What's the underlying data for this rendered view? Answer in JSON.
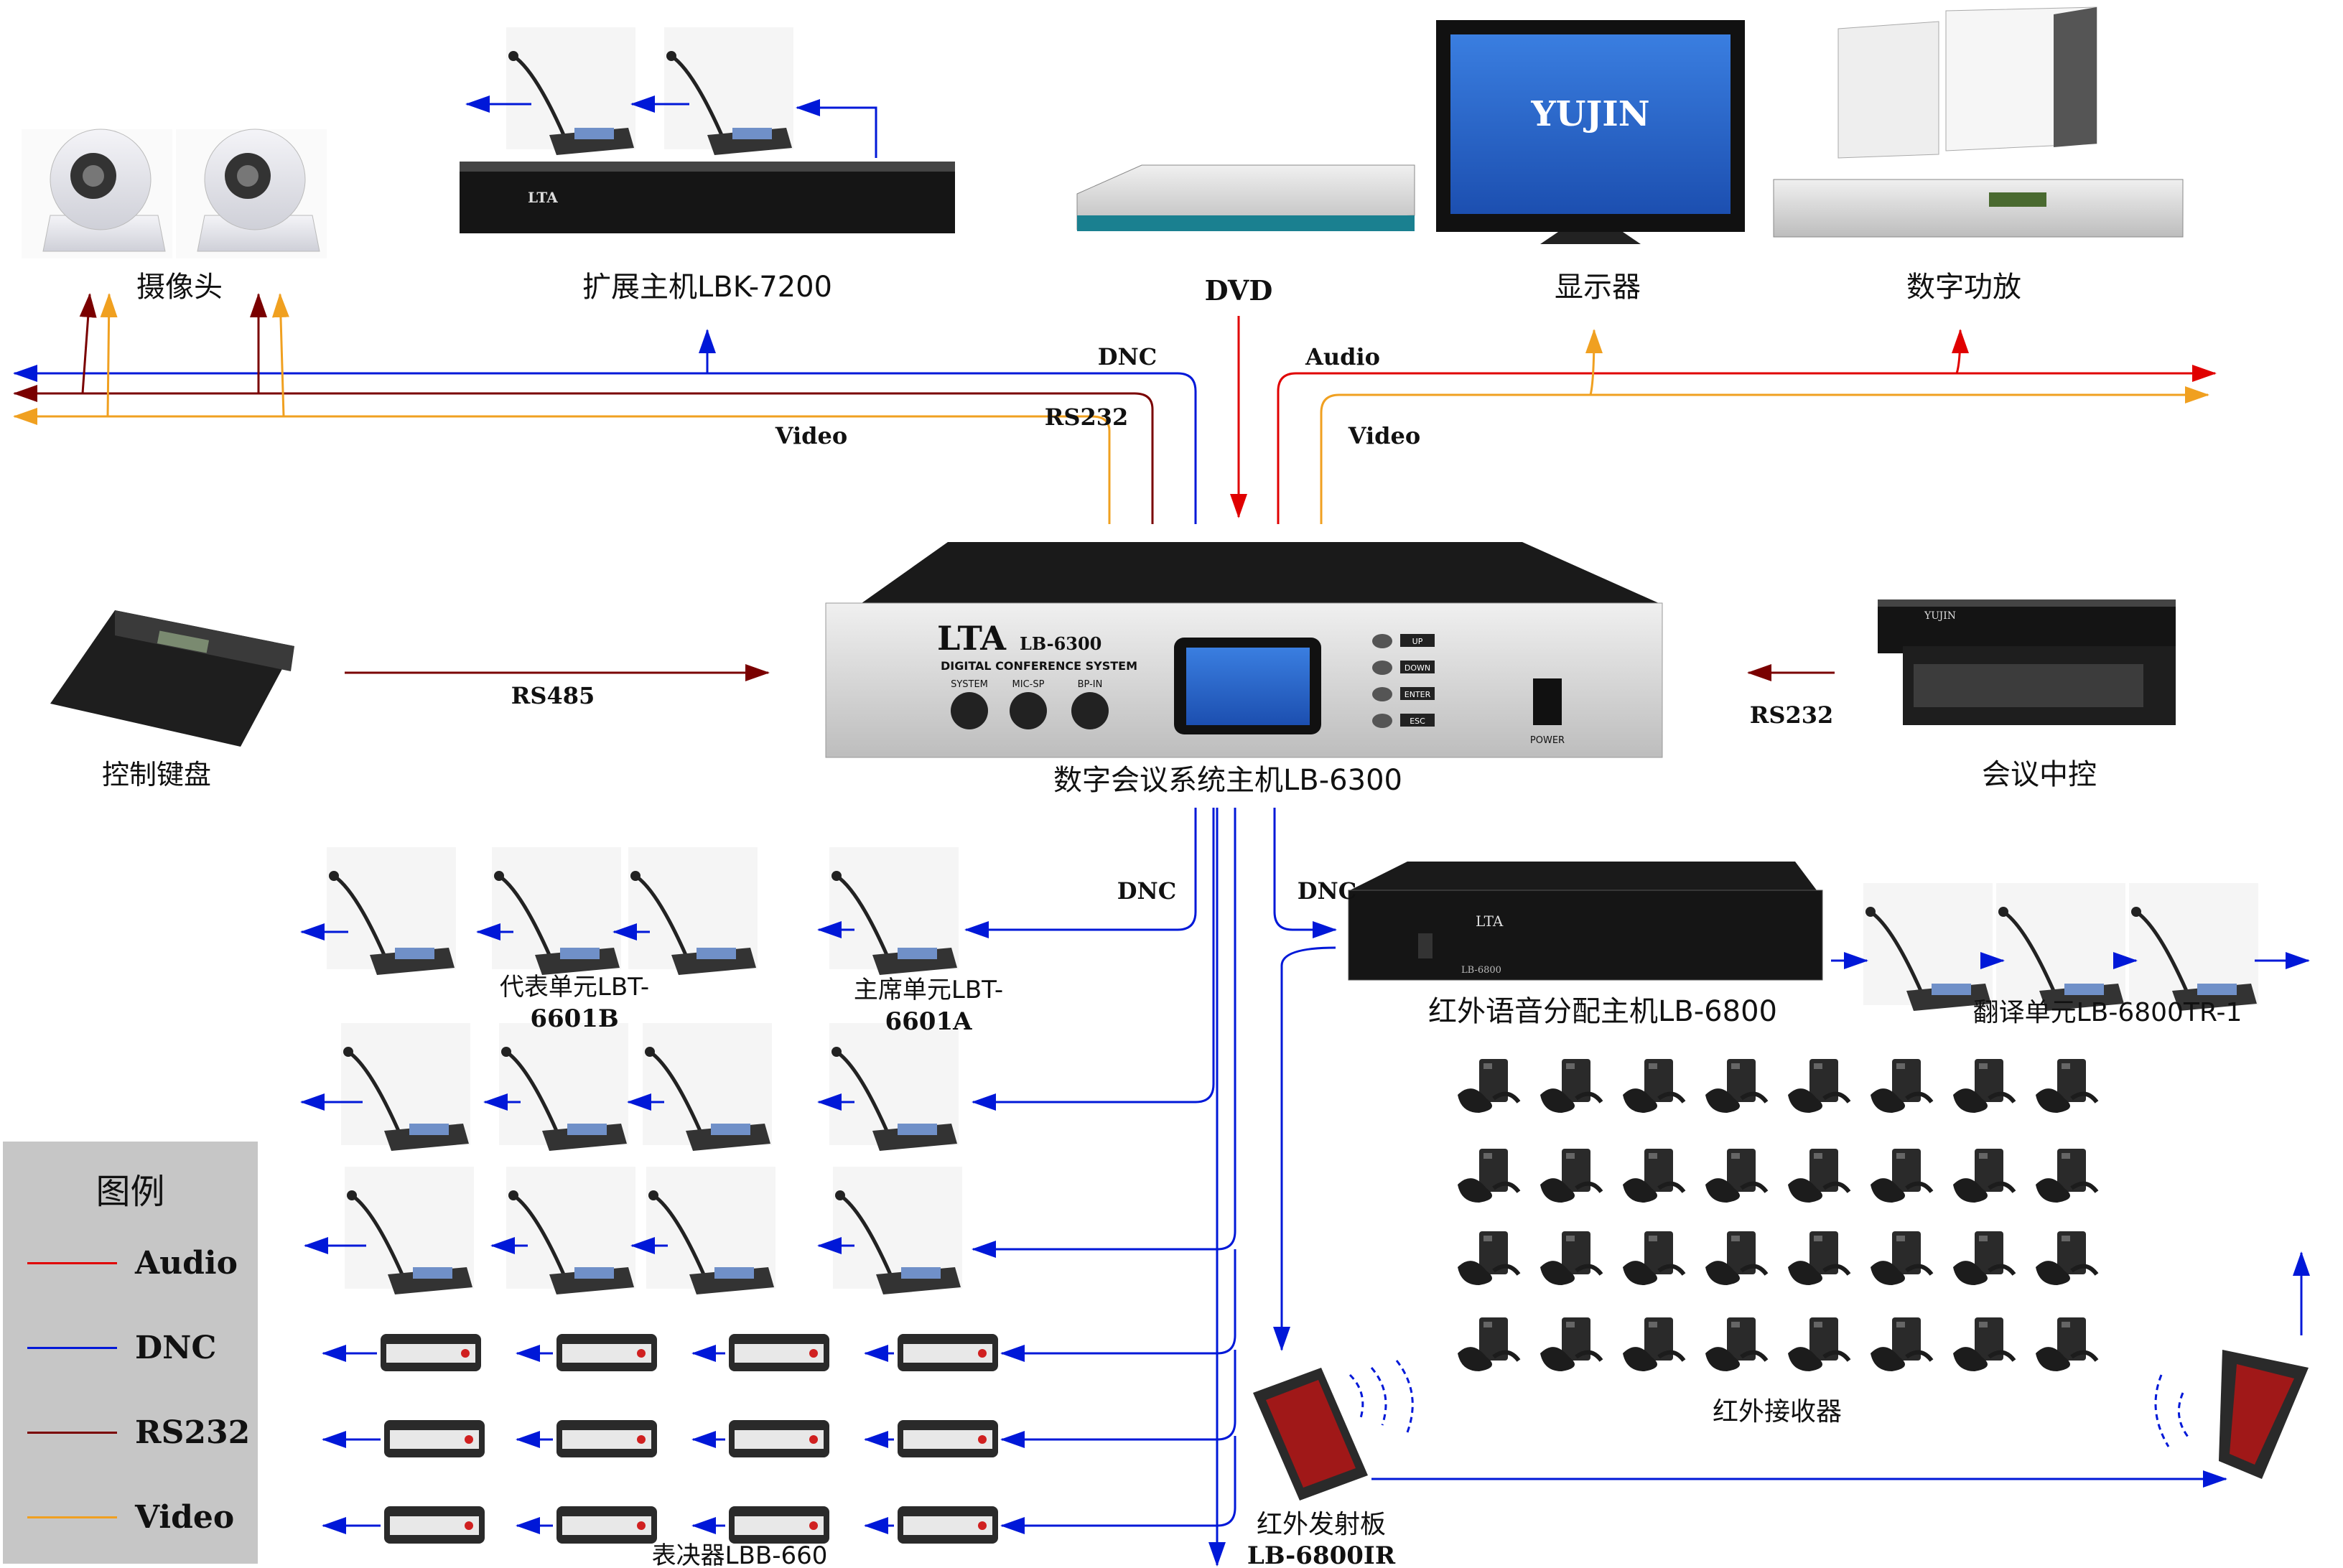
{
  "colors": {
    "audio": "#e00000",
    "dnc": "#0018d8",
    "rs232": "#7a0000",
    "video": "#f0a020",
    "rs485": "#7a0000",
    "legend_bg": "#c6c6c6",
    "device_dark": "#222222",
    "panel_silver": "#d8d8d8"
  },
  "devices": {
    "camera": "摄像头",
    "expansion_host": "扩展主机LBK-7200",
    "dvd": "DVD",
    "display": "显示器",
    "display_brand": "YUJIN",
    "amplifier": "数字功放",
    "keyboard": "控制键盘",
    "main_host": "数字会议系统主机LB-6300",
    "main_host_brand": "LTA",
    "main_host_model": "LB-6300",
    "main_host_subtitle": "DIGITAL CONFERENCE SYSTEM",
    "main_knob_labels": [
      "SYSTEM",
      "MIC-SP",
      "BP-IN"
    ],
    "main_buttons": [
      "UP",
      "DOWN",
      "ENTER",
      "ESC"
    ],
    "main_power": "POWER",
    "central_control": "会议中控",
    "central_control_brand": "YUJIN",
    "delegate_unit_line1": "代表单元LBT-",
    "delegate_unit_line2": "6601B",
    "chairman_unit_line1": "主席单元LBT-",
    "chairman_unit_line2": "6601A",
    "ir_host": "红外语音分配主机LB-6800",
    "ir_host_brand": "LTA",
    "ir_host_model": "LB-6800",
    "translation_unit": "翻译单元LB-6800TR-1",
    "ir_receiver": "红外接收器",
    "voter": "表决器LBB-660",
    "ir_emitter_line1": "红外发射板",
    "ir_emitter_line2": "LB-6800IR"
  },
  "signals": {
    "dnc_top": "DNC",
    "rs232_top": "RS232",
    "video_left": "Video",
    "audio_right": "Audio",
    "video_right": "Video",
    "rs485": "RS485",
    "rs232_right": "RS232",
    "dnc_bottom_left": "DNC",
    "dnc_bottom_right": "DNC"
  },
  "legend": {
    "title": "图例",
    "items": [
      {
        "label": "Audio",
        "color": "#e00000"
      },
      {
        "label": "DNC",
        "color": "#0018d8"
      },
      {
        "label": "RS232",
        "color": "#7a0000"
      },
      {
        "label": "Video",
        "color": "#f0a020"
      }
    ]
  }
}
